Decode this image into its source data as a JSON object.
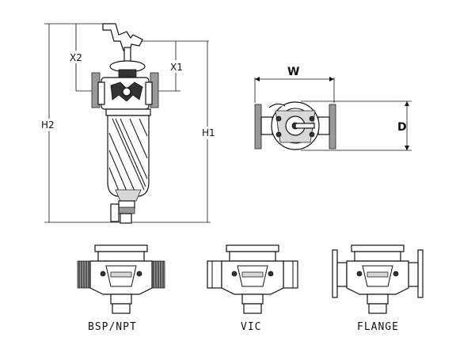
{
  "dimensions": {
    "h1": "H1",
    "h2": "H2",
    "x1": "X1",
    "x2": "X2",
    "w": "W",
    "d": "D"
  },
  "connections": [
    {
      "label": "BSP/NPT"
    },
    {
      "label": "VIC"
    },
    {
      "label": "FLANGE"
    }
  ],
  "colors": {
    "line": "#111111",
    "flange": "#9a9a9a",
    "background": "#ffffff"
  }
}
